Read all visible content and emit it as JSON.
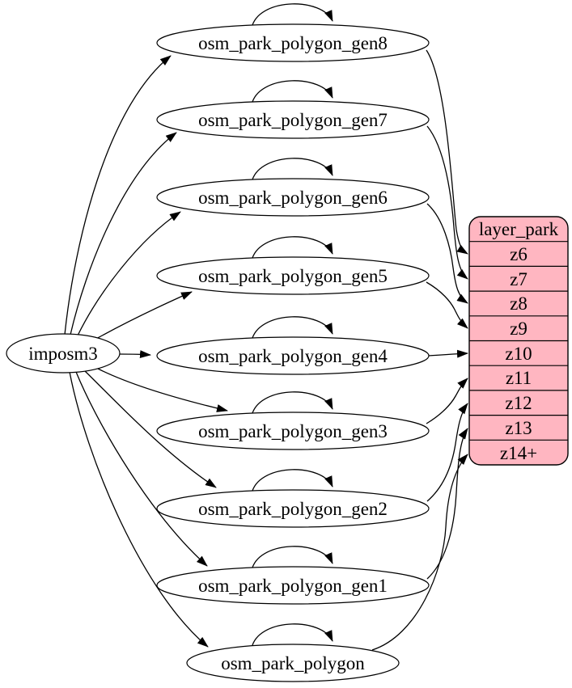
{
  "diagram": {
    "kind": "etl-graph",
    "source": {
      "label": "imposm3"
    },
    "tables": [
      {
        "label": "osm_park_polygon_gen8",
        "feeds_zoom": "z6"
      },
      {
        "label": "osm_park_polygon_gen7",
        "feeds_zoom": "z7"
      },
      {
        "label": "osm_park_polygon_gen6",
        "feeds_zoom": "z8"
      },
      {
        "label": "osm_park_polygon_gen5",
        "feeds_zoom": "z9"
      },
      {
        "label": "osm_park_polygon_gen4",
        "feeds_zoom": "z10"
      },
      {
        "label": "osm_park_polygon_gen3",
        "feeds_zoom": "z11"
      },
      {
        "label": "osm_park_polygon_gen2",
        "feeds_zoom": "z12"
      },
      {
        "label": "osm_park_polygon_gen1",
        "feeds_zoom": "z13"
      },
      {
        "label": "osm_park_polygon",
        "feeds_zoom": "z14+"
      }
    ],
    "layer_table": {
      "title": "layer_park",
      "rows": [
        "z6",
        "z7",
        "z8",
        "z9",
        "z10",
        "z11",
        "z12",
        "z13",
        "z14+"
      ]
    },
    "edges": [
      {
        "from": "imposm3",
        "to": "osm_park_polygon_gen8"
      },
      {
        "from": "imposm3",
        "to": "osm_park_polygon_gen7"
      },
      {
        "from": "imposm3",
        "to": "osm_park_polygon_gen6"
      },
      {
        "from": "imposm3",
        "to": "osm_park_polygon_gen5"
      },
      {
        "from": "imposm3",
        "to": "osm_park_polygon_gen4"
      },
      {
        "from": "imposm3",
        "to": "osm_park_polygon_gen3"
      },
      {
        "from": "imposm3",
        "to": "osm_park_polygon_gen2"
      },
      {
        "from": "imposm3",
        "to": "osm_park_polygon_gen1"
      },
      {
        "from": "imposm3",
        "to": "osm_park_polygon"
      },
      {
        "from": "osm_park_polygon_gen8",
        "to": "osm_park_polygon_gen8",
        "type": "self-loop"
      },
      {
        "from": "osm_park_polygon_gen7",
        "to": "osm_park_polygon_gen7",
        "type": "self-loop"
      },
      {
        "from": "osm_park_polygon_gen6",
        "to": "osm_park_polygon_gen6",
        "type": "self-loop"
      },
      {
        "from": "osm_park_polygon_gen5",
        "to": "osm_park_polygon_gen5",
        "type": "self-loop"
      },
      {
        "from": "osm_park_polygon_gen4",
        "to": "osm_park_polygon_gen4",
        "type": "self-loop"
      },
      {
        "from": "osm_park_polygon_gen3",
        "to": "osm_park_polygon_gen3",
        "type": "self-loop"
      },
      {
        "from": "osm_park_polygon_gen2",
        "to": "osm_park_polygon_gen2",
        "type": "self-loop"
      },
      {
        "from": "osm_park_polygon_gen1",
        "to": "osm_park_polygon_gen1",
        "type": "self-loop"
      },
      {
        "from": "osm_park_polygon",
        "to": "osm_park_polygon",
        "type": "self-loop"
      },
      {
        "from": "osm_park_polygon_gen8",
        "to": "layer_park.z6"
      },
      {
        "from": "osm_park_polygon_gen7",
        "to": "layer_park.z7"
      },
      {
        "from": "osm_park_polygon_gen6",
        "to": "layer_park.z8"
      },
      {
        "from": "osm_park_polygon_gen5",
        "to": "layer_park.z9"
      },
      {
        "from": "osm_park_polygon_gen4",
        "to": "layer_park.z10"
      },
      {
        "from": "osm_park_polygon_gen3",
        "to": "layer_park.z11"
      },
      {
        "from": "osm_park_polygon_gen2",
        "to": "layer_park.z12"
      },
      {
        "from": "osm_park_polygon_gen1",
        "to": "layer_park.z13"
      },
      {
        "from": "osm_park_polygon",
        "to": "layer_park.z14+"
      }
    ],
    "colors": {
      "layer_fill": "#ffb6c1",
      "node_fill": "#ffffff",
      "stroke": "#000000"
    }
  }
}
